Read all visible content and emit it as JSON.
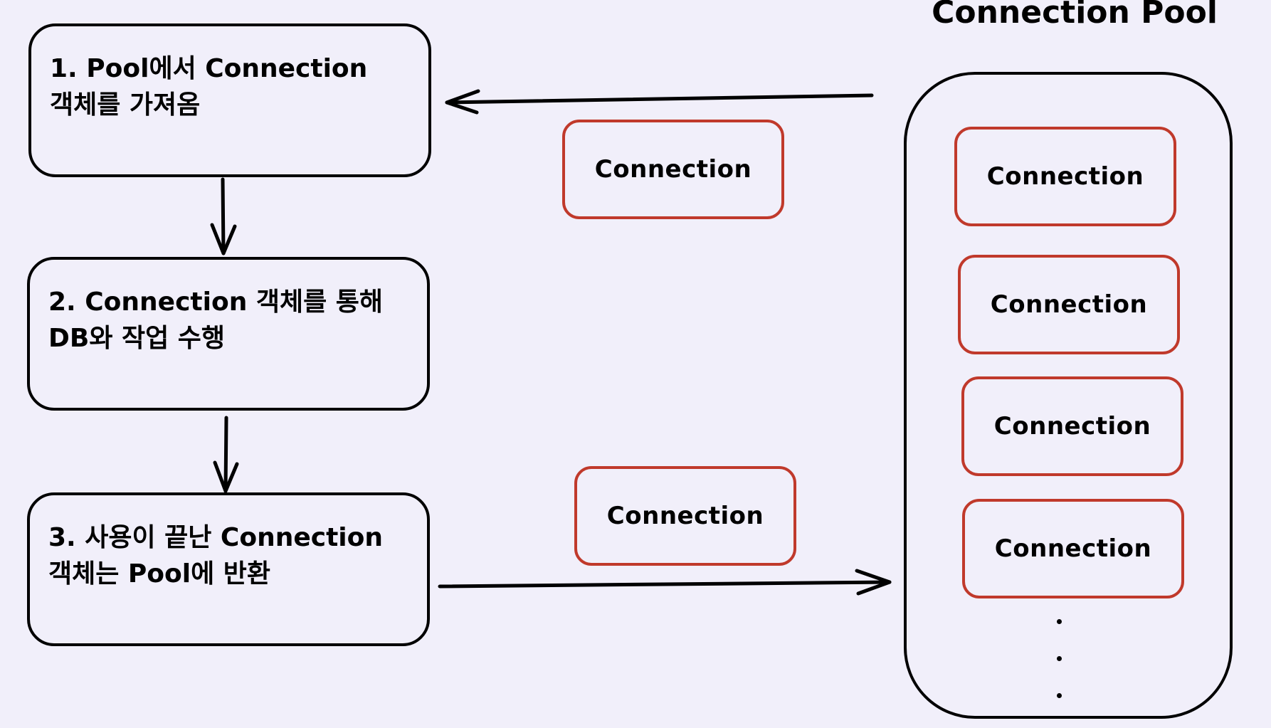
{
  "steps": [
    {
      "line1": "1. Pool에서 Connection",
      "line2": "객체를 가져옴"
    },
    {
      "line1": "2. Connection 객체를 통해",
      "line2": "DB와 작업 수행"
    },
    {
      "line1": "3. 사용이 끝난 Connection",
      "line2": "객체는 Pool에 반환"
    }
  ],
  "pool": {
    "title": "Connection Pool",
    "connections": [
      "Connection",
      "Connection",
      "Connection",
      "Connection"
    ]
  },
  "taken_connection": "Connection",
  "returned_connection": "Connection",
  "colors": {
    "background": "#f1effa",
    "stroke": "#000000",
    "connection_border": "#c0392b"
  }
}
